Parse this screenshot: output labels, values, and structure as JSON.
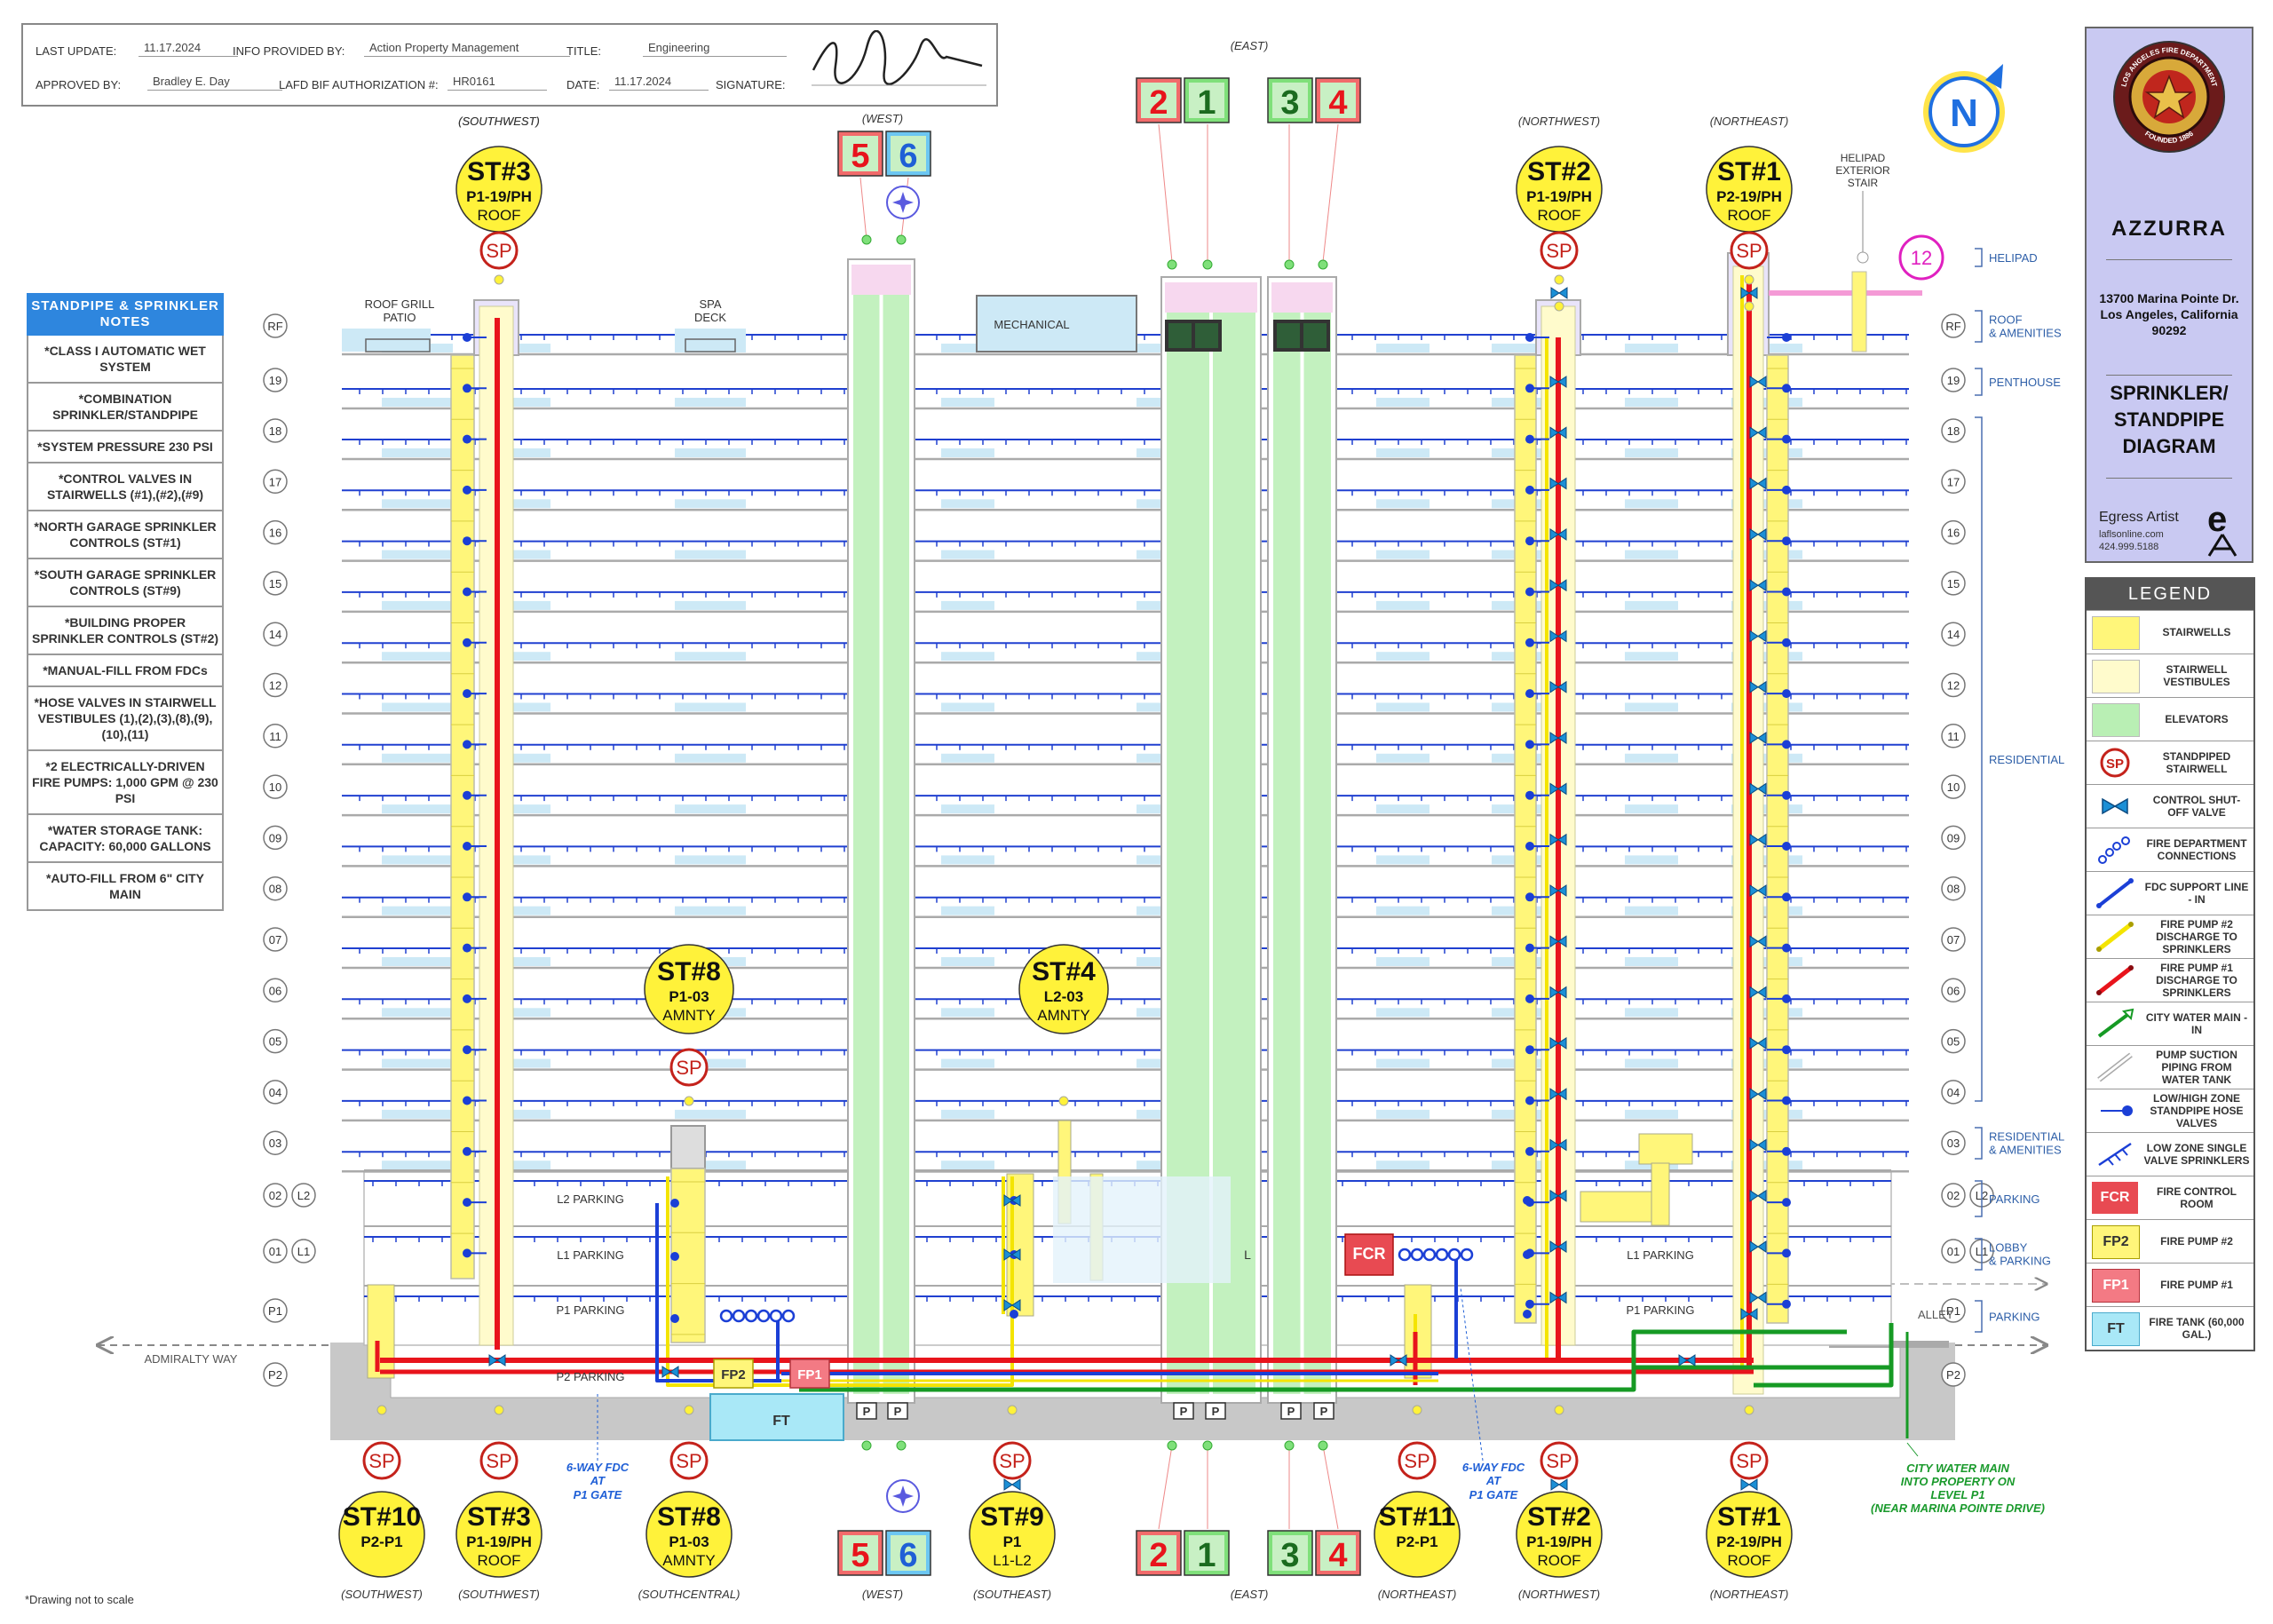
{
  "header": {
    "last_update_label": "LAST UPDATE:",
    "last_update": "11.17.2024",
    "info_label": "INFO PROVIDED BY:",
    "info": "Action Property Management",
    "title_label": "TITLE:",
    "title": "Engineering",
    "approved_label": "APPROVED BY:",
    "approved": "Bradley E. Day",
    "auth_label": "LAFD BIF AUTHORIZATION #:",
    "auth": "HR0161",
    "date_label": "DATE:",
    "date": "11.17.2024",
    "signature_label": "SIGNATURE:"
  },
  "notes": {
    "heading": "STANDPIPE & SPRINKLER NOTES",
    "items": [
      "*CLASS I AUTOMATIC WET SYSTEM",
      "*COMBINATION SPRINKLER/STANDPIPE",
      "*SYSTEM PRESSURE 230 PSI",
      "*CONTROL VALVES IN STAIRWELLS (#1),(#2),(#9)",
      "*NORTH GARAGE SPRINKLER CONTROLS (ST#1)",
      "*SOUTH GARAGE SPRINKLER CONTROLS (ST#9)",
      "*BUILDING PROPER SPRINKLER CONTROLS (ST#2)",
      "*MANUAL-FILL FROM FDCs",
      "*HOSE VALVES IN STAIRWELL VESTIBULES (1),(2),(3),(8),(9),(10),(11)",
      "*2 ELECTRICALLY-DRIVEN FIRE PUMPS: 1,000 GPM @ 230 PSI",
      "*WATER STORAGE TANK: CAPACITY: 60,000 GALLONS",
      "*AUTO-FILL FROM 6\" CITY MAIN"
    ]
  },
  "title_block": {
    "building": "AZZURRA",
    "address1": "13700 Marina Pointe Dr.",
    "address2": "Los Angeles, California",
    "zip": "90292",
    "diagram1": "SPRINKLER/",
    "diagram2": "STANDPIPE",
    "diagram3": "DIAGRAM",
    "company": "Egress Artist",
    "web": "laflsonline.com",
    "phone": "424.999.5188",
    "seal_top": "LOS ANGELES FIRE DEPARTMENT",
    "seal_bottom": "FOUNDED 1886"
  },
  "legend": {
    "heading": "LEGEND",
    "items": [
      {
        "key": "stairwells",
        "label": "STAIRWELLS"
      },
      {
        "key": "vestibules",
        "label": "STAIRWELL VESTIBULES"
      },
      {
        "key": "elevators",
        "label": "ELEVATORS"
      },
      {
        "key": "sp",
        "label": "STANDPIPED STAIRWELL"
      },
      {
        "key": "valve",
        "label": "CONTROL SHUT-OFF VALVE"
      },
      {
        "key": "fdc",
        "label": "FIRE DEPARTMENT CONNECTIONS"
      },
      {
        "key": "fdcline",
        "label": "FDC SUPPORT LINE - IN"
      },
      {
        "key": "fp2line",
        "label": "FIRE PUMP #2 DISCHARGE TO SPRINKLERS"
      },
      {
        "key": "fp1line",
        "label": "FIRE PUMP #1 DISCHARGE TO SPRINKLERS"
      },
      {
        "key": "cityline",
        "label": "CITY WATER MAIN - IN"
      },
      {
        "key": "suction",
        "label": "PUMP SUCTION PIPING FROM WATER TANK"
      },
      {
        "key": "hosevalve",
        "label": "LOW/HIGH ZONE STANDPIPE HOSE VALVES"
      },
      {
        "key": "lowzone",
        "label": "LOW ZONE SINGLE VALVE SPRINKLERS"
      },
      {
        "key": "fcr",
        "label": "FIRE CONTROL ROOM"
      },
      {
        "key": "fp2",
        "label": "FIRE PUMP #2"
      },
      {
        "key": "fp1",
        "label": "FIRE PUMP #1"
      },
      {
        "key": "ft",
        "label": "FIRE TANK (60,000 GAL.)"
      }
    ],
    "badges": {
      "sp": "SP",
      "fcr": "FCR",
      "fp2": "FP2",
      "fp1": "FP1",
      "ft": "FT"
    }
  },
  "colors": {
    "stairwell": "#fff67a",
    "vestibule": "#fffbcc",
    "elevator": "#b9efb4",
    "red_pipe": "#e8141c",
    "yellow_pipe": "#f4e400",
    "blue_pipe": "#1b3fd6",
    "green_pipe": "#169a24",
    "fcr": "#e84a52",
    "tank": "#a9e8f7",
    "title_bg": "#c9c9f2"
  },
  "diagram": {
    "levels": [
      "RF",
      "19",
      "18",
      "17",
      "16",
      "15",
      "14",
      "12",
      "11",
      "10",
      "09",
      "08",
      "07",
      "06",
      "05",
      "04",
      "03",
      "02",
      "01",
      "P1",
      "P2"
    ],
    "alt_levels": {
      "02": "L2",
      "01": "L1"
    },
    "zones": [
      {
        "name": "HELIPAD"
      },
      {
        "name": "ROOF & AMENITIES"
      },
      {
        "name": "PENTHOUSE"
      },
      {
        "name": "RESIDENTIAL"
      },
      {
        "name": "RESIDENTIAL & AMENITIES"
      },
      {
        "name": "PARKING"
      },
      {
        "name": "LOBBY & PARKING"
      },
      {
        "name": "PARKING"
      }
    ],
    "room_labels": {
      "roof_grill": "ROOF GRILL PATIO",
      "spa": "SPA DECK",
      "mechanical": "MECHANICAL",
      "l2": "L2 PARKING",
      "l1": "L1 PARKING",
      "l1e": "L1 PARKING",
      "p1": "P1 PARKING",
      "p1e": "P1 PARKING",
      "p2": "P2 PARKING",
      "lobby": "L",
      "helipad_stair": "HELIPAD EXTERIOR STAIR"
    },
    "street_left": "ADMIRALTY WAY",
    "street_right": "ALLEY",
    "fdc_left": "6-WAY FDC AT P1 GATE",
    "fdc_right": "6-WAY FDC AT P1 GATE",
    "city_main": "CITY WATER MAIN INTO PROPERTY ON LEVEL P1 (NEAR MARINA POINTE DRIVE)",
    "fcr_label": "FCR",
    "fp1_label": "FP1",
    "fp2_label": "FP2",
    "ft_label": "FT",
    "sp_label": "SP",
    "p_label": "P",
    "helipad_marker": "12",
    "north": "N",
    "not_to_scale": "*Drawing not to scale",
    "top_stairs": [
      {
        "id": "st3t",
        "name": "ST#3",
        "sub": "P1-19/PH",
        "sub2": "ROOF",
        "dir": "(SOUTHWEST)"
      },
      {
        "id": "st2t",
        "name": "ST#2",
        "sub": "P1-19/PH",
        "sub2": "ROOF",
        "dir": "(NORTHWEST)"
      },
      {
        "id": "st1t",
        "name": "ST#1",
        "sub": "P2-19/PH",
        "sub2": "ROOF",
        "dir": "(NORTHEAST)"
      }
    ],
    "mid_stairs": [
      {
        "id": "st8m",
        "name": "ST#8",
        "sub": "P1-03",
        "sub2": "AMNTY"
      },
      {
        "id": "st4m",
        "name": "ST#4",
        "sub": "L2-03",
        "sub2": "AMNTY"
      }
    ],
    "bottom_stairs": [
      {
        "id": "st10",
        "name": "ST#10",
        "sub": "P2-P1",
        "sub2": "",
        "dir": "(SOUTHWEST)"
      },
      {
        "id": "st3b",
        "name": "ST#3",
        "sub": "P1-19/PH",
        "sub2": "ROOF",
        "dir": "(SOUTHWEST)"
      },
      {
        "id": "st8b",
        "name": "ST#8",
        "sub": "P1-03",
        "sub2": "AMNTY",
        "dir": "(SOUTHCENTRAL)"
      },
      {
        "id": "st9",
        "name": "ST#9",
        "sub": "P1",
        "sub2": "L1-L2",
        "dir": "(SOUTHEAST)"
      },
      {
        "id": "st11",
        "name": "ST#11",
        "sub": "P2-P1",
        "sub2": "",
        "dir": "(NORTHEAST)"
      },
      {
        "id": "st2b",
        "name": "ST#2",
        "sub": "P1-19/PH",
        "sub2": "ROOF",
        "dir": "(NORTHWEST)"
      },
      {
        "id": "st1b",
        "name": "ST#1",
        "sub": "P2-19/PH",
        "sub2": "ROOF",
        "dir": "(NORTHEAST)"
      }
    ],
    "elevators_top": {
      "east_dir": "(EAST)",
      "west_dir": "(WEST)",
      "east": [
        {
          "n": "2",
          "c": "red"
        },
        {
          "n": "1",
          "c": "green"
        },
        {
          "n": "3",
          "c": "green"
        },
        {
          "n": "4",
          "c": "red"
        }
      ],
      "west": [
        {
          "n": "5",
          "c": "red"
        },
        {
          "n": "6",
          "c": "blue"
        }
      ]
    },
    "elevators_bottom": {
      "east_dir": "(EAST)",
      "west_dir": "(WEST)",
      "east": [
        {
          "n": "2",
          "c": "red"
        },
        {
          "n": "1",
          "c": "green"
        },
        {
          "n": "3",
          "c": "green"
        },
        {
          "n": "4",
          "c": "red"
        }
      ],
      "west": [
        {
          "n": "5",
          "c": "red"
        },
        {
          "n": "6",
          "c": "blue"
        }
      ]
    }
  }
}
